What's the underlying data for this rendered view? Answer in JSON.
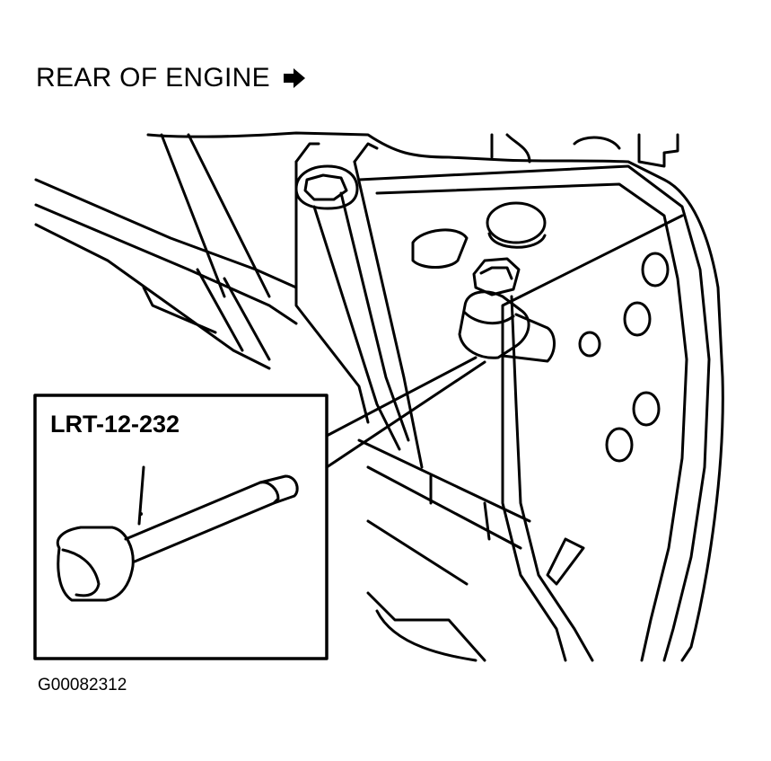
{
  "header": {
    "title": "REAR OF ENGINE",
    "arrow_icon": "right-arrow-icon"
  },
  "callout": {
    "tool_label": "LRT-12-232"
  },
  "figure": {
    "id": "G00082312"
  }
}
